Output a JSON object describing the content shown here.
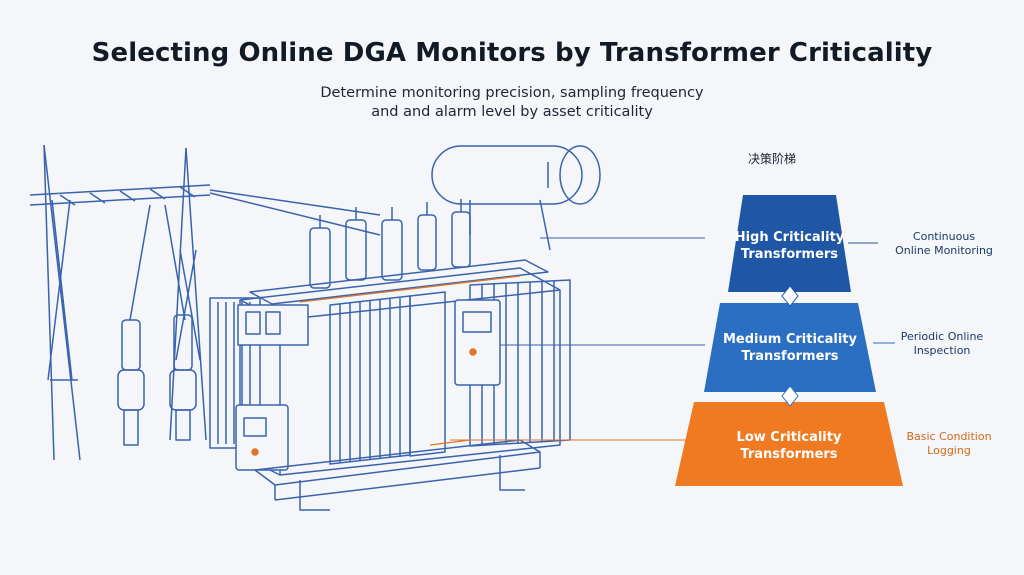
{
  "header": {
    "title": "Selecting Online DGA Monitors by Transformer Criticality",
    "subtitle_line1": "Determine monitoring precision, sampling frequency",
    "subtitle_line2": "and and alarm level by asset criticality"
  },
  "ladder": {
    "title": "决策阶梯",
    "tiers": [
      {
        "label_line1": "High Criticality",
        "label_line2": "Transformers",
        "color": "#1f56a6",
        "note_line1": "Continuous",
        "note_line2": "Online Monitoring",
        "note_color": "#1c3b66"
      },
      {
        "label_line1": "Medium Criticality",
        "label_line2": "Transformers",
        "color": "#2a6fc2",
        "note_line1": "Periodic Online",
        "note_line2": "Inspection",
        "note_color": "#1c3b66"
      },
      {
        "label_line1": "Low Criticality",
        "label_line2": "Transformers",
        "color": "#f07a22",
        "note_line1": "Basic Condition",
        "note_line2": "Logging",
        "note_color": "#d06a18"
      }
    ]
  },
  "colors": {
    "line_art": "#3a63ad",
    "accent": "#e0752a"
  },
  "icons": [
    "transmission-tower-icon",
    "transformer-illustration",
    "conservator-tank-icon",
    "bushing-icon",
    "control-box-icon"
  ]
}
